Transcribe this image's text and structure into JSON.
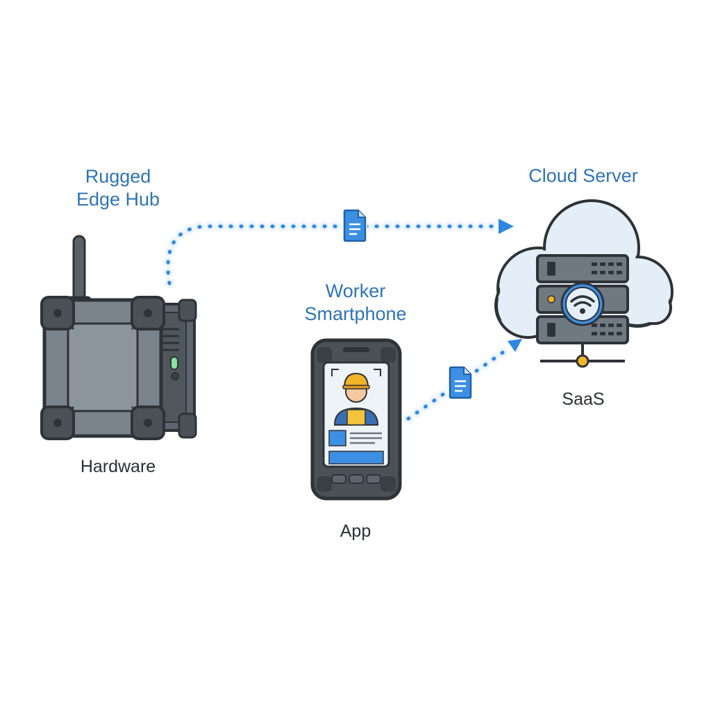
{
  "nodes": {
    "edge_hub": {
      "title_line1": "Rugged",
      "title_line2": "Edge Hub",
      "caption": "Hardware"
    },
    "smartphone": {
      "title_line1": "Worker",
      "title_line2": "Smartphone",
      "caption": "App"
    },
    "cloud": {
      "title": "Cloud Server",
      "caption": "SaaS"
    }
  },
  "edges": [
    {
      "from": "edge_hub",
      "to": "cloud",
      "style": "dotted",
      "payload_icon": "document-icon"
    },
    {
      "from": "smartphone",
      "to": "cloud",
      "style": "dotted",
      "payload_icon": "document-icon"
    }
  ],
  "colors": {
    "accent": "#2f74b5",
    "flow": "#2f86e0",
    "device_body": "#7b838b",
    "device_outline": "#2e3338",
    "cloud_fill": "#e4eef8",
    "server_body": "#6f7982",
    "status_led": "#f0b429"
  }
}
